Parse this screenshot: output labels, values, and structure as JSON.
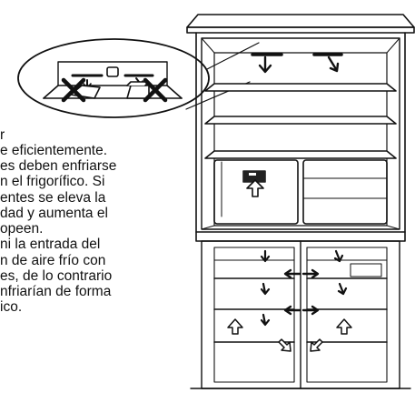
{
  "text": {
    "lines": [
      "r",
      "e eficientemente.",
      "es deben enfriarse",
      "n el frigorífico. Si",
      "entes se eleva la",
      "dad y aumenta el",
      "opeen.",
      "ni la entrada del",
      "n de aire frío con",
      "es, de lo contrario",
      "nfriarían de forma",
      "ico."
    ]
  },
  "diagram": {
    "subject": "refrigerator-air-circulation",
    "magnifier_marks": [
      "x-mark",
      "x-mark"
    ],
    "arrow_icons": [
      "arrow-down",
      "arrow-left",
      "arrow-right",
      "arrow-up",
      "arrow-diagonal"
    ]
  }
}
